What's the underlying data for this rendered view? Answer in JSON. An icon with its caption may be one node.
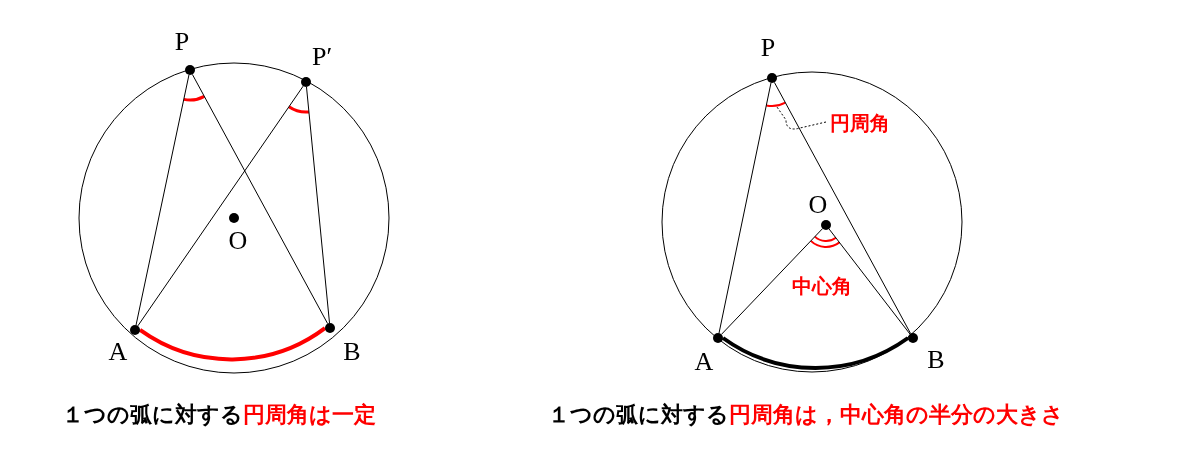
{
  "diagram": {
    "nodes": [
      {
        "text": [
          "P"
        ]
      },
      {
        "text": [
          "P′"
        ]
      },
      {
        "text": [
          "O"
        ]
      },
      {
        "text": [
          "A"
        ]
      },
      {
        "text": [
          "B"
        ]
      },
      {
        "text": [
          "P"
        ]
      },
      {
        "text": [
          "O"
        ]
      },
      {
        "text": [
          "A"
        ]
      },
      {
        "text": [
          "B"
        ]
      },
      {
        "text": [
          "円周角"
        ]
      },
      {
        "text": [],
        "shape": "arc"
      }
    ],
    "edges": [
      {
        "from": 0,
        "to": 3,
        "arrow": "none"
      },
      {
        "from": 0,
        "to": 4,
        "arrow": "none"
      },
      {
        "from": 1,
        "to": 3,
        "arrow": "none"
      },
      {
        "from": 1,
        "to": 4,
        "arrow": "none"
      },
      {
        "from": 3,
        "to": 4,
        "arrow": "none",
        "style": "thick",
        "color": "#ff0000"
      },
      {
        "from": 5,
        "to": 7,
        "arrow": "none"
      },
      {
        "from": 5,
        "to": 8,
        "arrow": "none"
      },
      {
        "from": 6,
        "to": 7,
        "arrow": "none"
      },
      {
        "from": 6,
        "to": 8,
        "arrow": "none"
      },
      {
        "from": 7,
        "to": 8,
        "arrow": "none",
        "style": "thick"
      },
      {
        "from": 9,
        "to": 10,
        "arrow": "none",
        "style": "dashed"
      }
    ],
    "labels": [
      "中心角",
      "１つの弧に対する",
      "円周角は一定",
      "１つの弧に対する",
      "円周角は，中心角の半分の大きさ"
    ]
  }
}
